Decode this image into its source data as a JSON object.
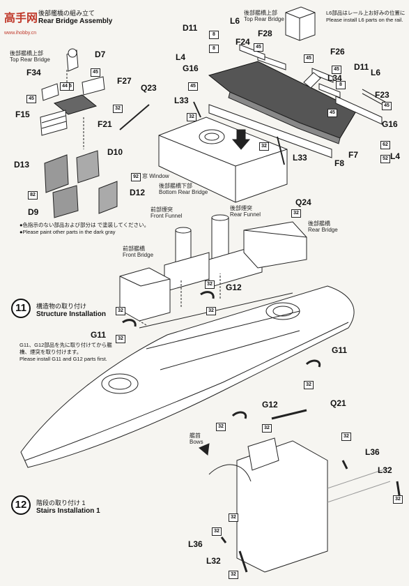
{
  "logo": {
    "top": "高手网",
    "bottom": "www.ihobby.cn"
  },
  "sections": {
    "rear_bridge": {
      "jp": "後部艦橋の組み立て",
      "en": "Rear Bridge Assembly"
    },
    "s11": {
      "number": "11",
      "jp": "構造物の取り付け",
      "en": "Structure Installation"
    },
    "s12": {
      "number": "12",
      "jp": "階段の取り付け 1",
      "en": "Stairs Installation 1"
    }
  },
  "captions": {
    "top_rear_bridge_left": {
      "jp": "後部艦橋上部",
      "en": "Top Rear Bridge"
    },
    "top_rear_bridge_top": {
      "jp": "後部艦橋上部",
      "en": "Top Rear Bridge"
    },
    "bottom_rear_bridge": {
      "jp": "後部艦橋下部",
      "en": "Bottom Rear Bridge"
    },
    "front_funnel": {
      "jp": "前部煙突",
      "en": "Front Funnel"
    },
    "rear_funnel": {
      "jp": "後部煙突",
      "en": "Rear Funnel"
    },
    "front_bridge": {
      "jp": "前部艦橋",
      "en": "Front Bridge"
    },
    "rear_bridge": {
      "jp": "後部艦橋",
      "en": "Rear Bridge"
    },
    "bows": {
      "jp": "艦首",
      "en": "Bows"
    },
    "window": {
      "jp": "窓",
      "en": "Window"
    }
  },
  "notes": {
    "l6_jp": "L6部品はレール上お好みの位置に",
    "l6_en": "Please install L6 parts on the rail.",
    "paint_jp": "●色指示のない部品および部分は",
    "paint_jp2": "で塗装してください。",
    "paint_en": "●Please paint other parts in the dark gray",
    "g11_jp": "G11、G12部品を先に取り付けてから艦",
    "g11_jp2": "橋、煙突を取り付けます。",
    "g11_en": "Please install G11 and G12 parts first."
  },
  "parts": [
    "D11",
    "L6",
    "D7",
    "F28",
    "F24",
    "F26",
    "F34",
    "F27",
    "L4",
    "G16",
    "D11",
    "L6",
    "L34",
    "Q23",
    "L33",
    "F23",
    "F15",
    "F21",
    "G16",
    "L4",
    "L33",
    "F7",
    "F8",
    "D10",
    "D13",
    "D12",
    "D9",
    "Q24",
    "G12",
    "G11",
    "G11",
    "G12",
    "Q21",
    "L36",
    "L32",
    "L36",
    "L32"
  ],
  "color_codes": [
    "8",
    "45",
    "44",
    "45",
    "45",
    "45",
    "45",
    "45",
    "45",
    "45",
    "32",
    "32",
    "32",
    "32",
    "52",
    "82",
    "92",
    "32",
    "32",
    "32",
    "32",
    "32",
    "32",
    "32",
    "32",
    "32",
    "32",
    "32",
    "32",
    "8",
    "45",
    "62",
    "8"
  ],
  "colors": {
    "paper": "#f6f5f1",
    "ink": "#111111",
    "deck": "#555555",
    "panel": "#dcdcdc"
  }
}
